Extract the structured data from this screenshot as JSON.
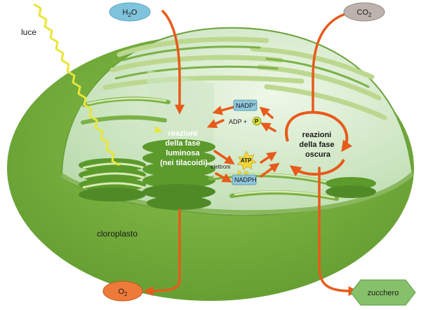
{
  "labels": {
    "light": "luce",
    "water_main": "H",
    "water_sub": "2",
    "water_tail": "O",
    "co2_main": "CO",
    "co2_sub": "2",
    "nadp_main": "NADP",
    "nadp_sup": "+",
    "adp": "ADP +",
    "phosphate": "P",
    "atp": "ATP",
    "electrons": "elettroni",
    "nadph": "NADPH",
    "light_phase": [
      "reazioni",
      "della fase",
      "luminosa",
      "(nei tilacoidi)"
    ],
    "dark_phase": [
      "reazioni",
      "della fase",
      "oscura"
    ],
    "chloroplast": "cloroplasto",
    "o2_main": "O",
    "o2_sub": "2",
    "sugar": "zucchero"
  },
  "colors": {
    "outer_membrane": "#6ea83a",
    "outer_dark": "#4f8a26",
    "stroma": "#c9e4bf",
    "thylakoid": "#5c9a2c",
    "thylakoid_light": "#d8ecb3",
    "arrow": "#e85a1a",
    "light_ray": "#e8e63a",
    "water_pill": "#7fc4dc",
    "co2_pill": "#bdb2ad",
    "o2_pill": "#ee7a3a",
    "sugar_pill": "#86c06a",
    "nadp_box": "#8fc7dc",
    "atp_star": "#f0d63a",
    "phosphate": "#d4dc3a"
  }
}
